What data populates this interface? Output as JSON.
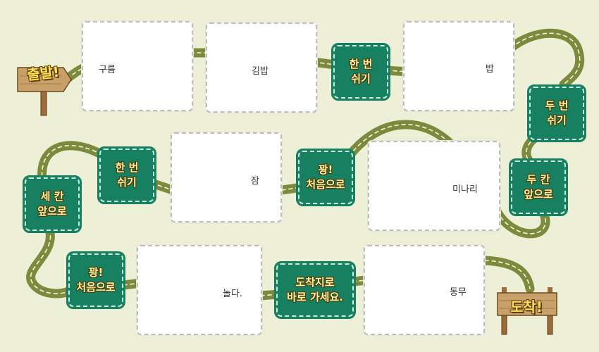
{
  "start_sign": "출발!",
  "finish_sign": "도착!",
  "cards": [
    {
      "id": "c1",
      "word": "구름"
    },
    {
      "id": "c2",
      "word": "김밥"
    },
    {
      "id": "c3",
      "word": "밥"
    },
    {
      "id": "c4",
      "word": "잠"
    },
    {
      "id": "c5",
      "word": "미나리"
    },
    {
      "id": "c6",
      "word": "놀다."
    },
    {
      "id": "c7",
      "word": "동무"
    }
  ],
  "special": [
    {
      "id": "s1",
      "text": "한 번\n쉬기"
    },
    {
      "id": "s2",
      "text": "두 번\n쉬기"
    },
    {
      "id": "s3",
      "text": "두 칸\n앞으로"
    },
    {
      "id": "s4",
      "text": "꽝!\n처음으로"
    },
    {
      "id": "s5",
      "text": "한 번\n쉬기"
    },
    {
      "id": "s6",
      "text": "세 칸\n앞으로"
    },
    {
      "id": "s7",
      "text": "꽝!\n처음으로"
    },
    {
      "id": "s8",
      "text": "도착지로\n바로 가세요."
    }
  ],
  "colors": {
    "road": "#7c8a3c",
    "road_line": "#f4f4e6",
    "tile": "#178060",
    "tile_text": "#fff1a0",
    "sign_wood": "#c9a06a",
    "background": "#edf0d7"
  }
}
